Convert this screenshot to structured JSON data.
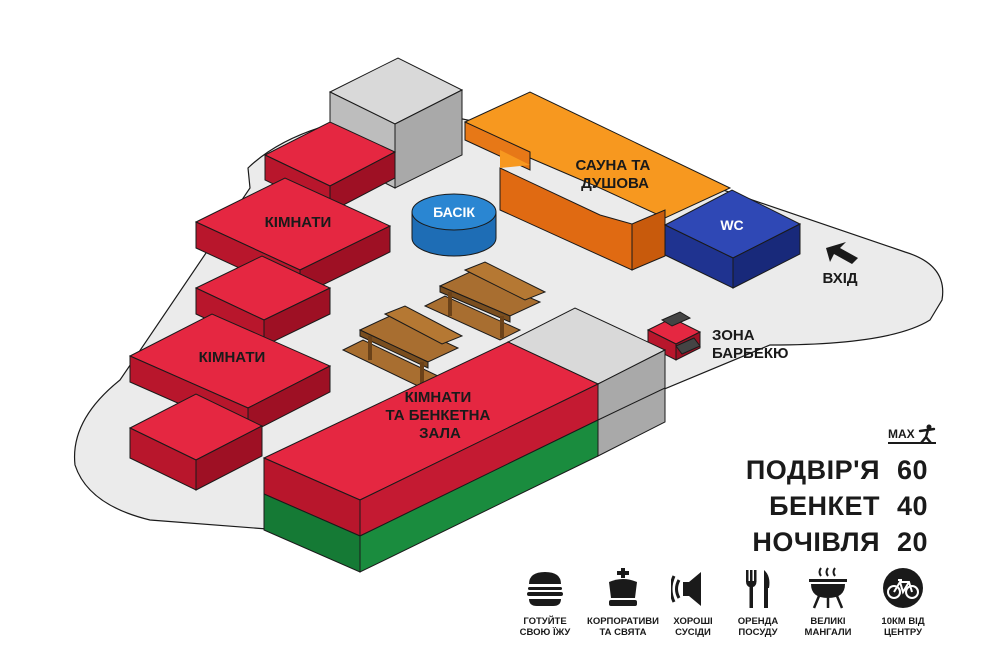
{
  "map": {
    "zones": {
      "sauna": "САУНА ТА\nДУШОВА",
      "wc": "WC",
      "pool": "БАСІК",
      "rooms_top": "КІМНАТИ",
      "rooms_left": "КІМНАТИ",
      "banquet": "КІМНАТИ\nТА БЕНКЕТНА\nЗАЛА",
      "bbq": "ЗОНА\nБАРБЕКЮ",
      "entrance": "ВХІД"
    },
    "colors": {
      "room_red": "#d91f3a",
      "sauna_orange": "#f5901e",
      "wc_blue": "#2a3fa3",
      "pool_blue": "#2a86d2",
      "storage_gray": "#c8c8c8",
      "table_brown": "#a0682d",
      "ground_gray": "#ebebeb",
      "green_base": "#1a8c3e"
    }
  },
  "capacity": {
    "header": "MAX",
    "rows": [
      {
        "label": "ПОДВІР'Я",
        "value": "60"
      },
      {
        "label": "БЕНКЕТ",
        "value": "40"
      },
      {
        "label": "НОЧІВЛЯ",
        "value": "20"
      }
    ]
  },
  "amenities": [
    {
      "icon": "burger-icon",
      "label": "ГОТУЙТЕ\nСВОЮ ЇЖУ"
    },
    {
      "icon": "crown-icon",
      "label": "КОРПОРАТИВИ\nТА СВЯТА"
    },
    {
      "icon": "speaker-icon",
      "label": "ХОРОШІ\nСУСІДИ"
    },
    {
      "icon": "cutlery-icon",
      "label": "ОРЕНДА\nПОСУДУ"
    },
    {
      "icon": "grill-icon",
      "label": "ВЕЛИКІ\nМАНГАЛИ"
    },
    {
      "icon": "bicycle-icon",
      "label": "10КМ ВІД\nЦЕНТРУ"
    }
  ]
}
